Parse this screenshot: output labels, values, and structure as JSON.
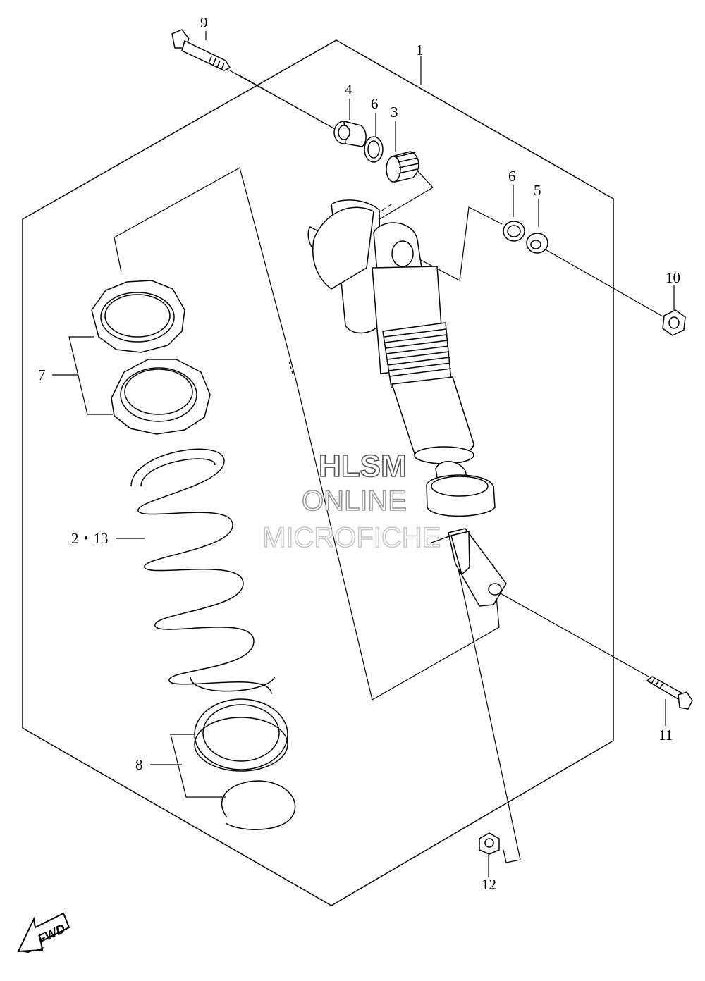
{
  "diagram": {
    "part_labels": {
      "p1": "1",
      "p2_13": "2・13",
      "p3": "3",
      "p4": "4",
      "p5": "5",
      "p6a": "6",
      "p6b": "6",
      "p7": "7",
      "p8": "8",
      "p9": "9",
      "p10": "10",
      "p11": "11",
      "p12": "12"
    },
    "watermark": {
      "line1": "HLSM",
      "line2": "ONLINE",
      "line3": "MICROFICHE"
    },
    "direction_arrow": {
      "label": "FWD",
      "icon": "forward-arrow-icon"
    }
  }
}
